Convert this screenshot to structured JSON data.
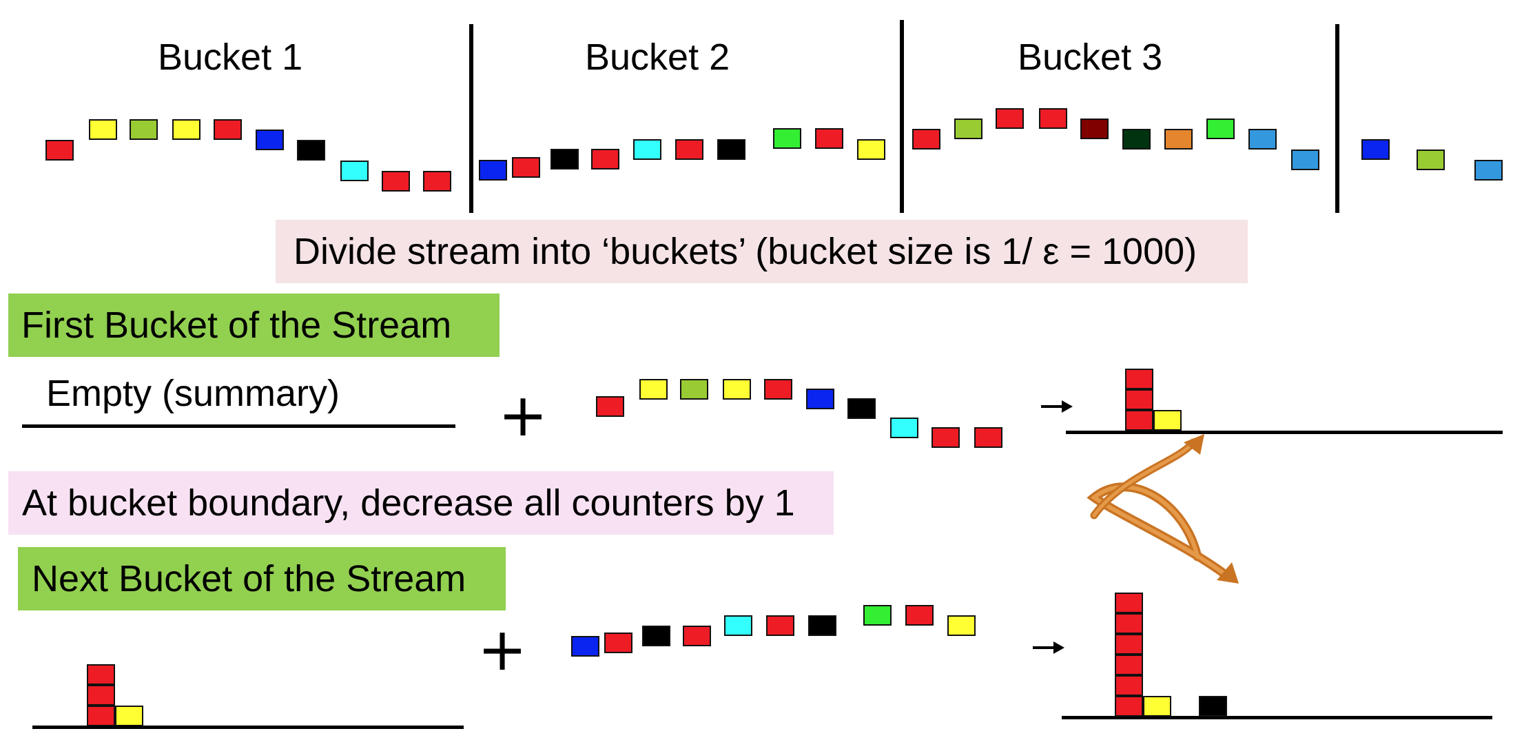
{
  "colors": {
    "red": "#ee1c25",
    "yellow": "#ffff33",
    "olive": "#99cc33",
    "blue": "#0a25f0",
    "black": "#000000",
    "cyan": "#33ffff",
    "green": "#33ee33",
    "darkred": "#800000",
    "darkgreen": "#003310",
    "orange": "#e5862e",
    "skyblue": "#3398dd",
    "caption_bg": "#f5e3e6",
    "boundary_bg": "#f7e1f2",
    "header_bg": "#92d050",
    "curved_arrow": "#c97423"
  },
  "buckets": [
    {
      "label": "Bucket 1"
    },
    {
      "label": "Bucket 2"
    },
    {
      "label": "Bucket 3"
    }
  ],
  "caption": "Divide stream into ‘buckets’ (bucket size is 1/ ε = 1000)",
  "first_bucket": {
    "header": "First Bucket of the Stream",
    "summary_label": "Empty (summary)",
    "plus": "+"
  },
  "boundary_note": "At bucket boundary, decrease all counters by 1",
  "next_bucket": {
    "header": "Next Bucket of the Stream",
    "plus": "+"
  },
  "stream_items": {
    "bucket1": [
      "red",
      "yellow",
      "olive",
      "yellow",
      "red",
      "blue",
      "black",
      "cyan",
      "red",
      "red"
    ],
    "bucket2": [
      "blue",
      "red",
      "black",
      "red",
      "cyan",
      "red",
      "black",
      "green",
      "red",
      "yellow"
    ],
    "bucket3": [
      "red",
      "olive",
      "red",
      "red",
      "darkred",
      "darkgreen",
      "orange",
      "green",
      "skyblue",
      "skyblue"
    ],
    "bucket4_partial": [
      "blue",
      "olive",
      "skyblue"
    ]
  },
  "counters": {
    "after_first_bucket": [
      {
        "color": "red",
        "count": 3
      },
      {
        "color": "yellow",
        "count": 1
      }
    ],
    "before_next_bucket": [
      {
        "color": "red",
        "count": 3
      },
      {
        "color": "yellow",
        "count": 1
      }
    ],
    "after_next_bucket": [
      {
        "color": "red",
        "count": 6
      },
      {
        "color": "yellow",
        "count": 1
      },
      {
        "color": "black",
        "count": 1
      }
    ]
  }
}
